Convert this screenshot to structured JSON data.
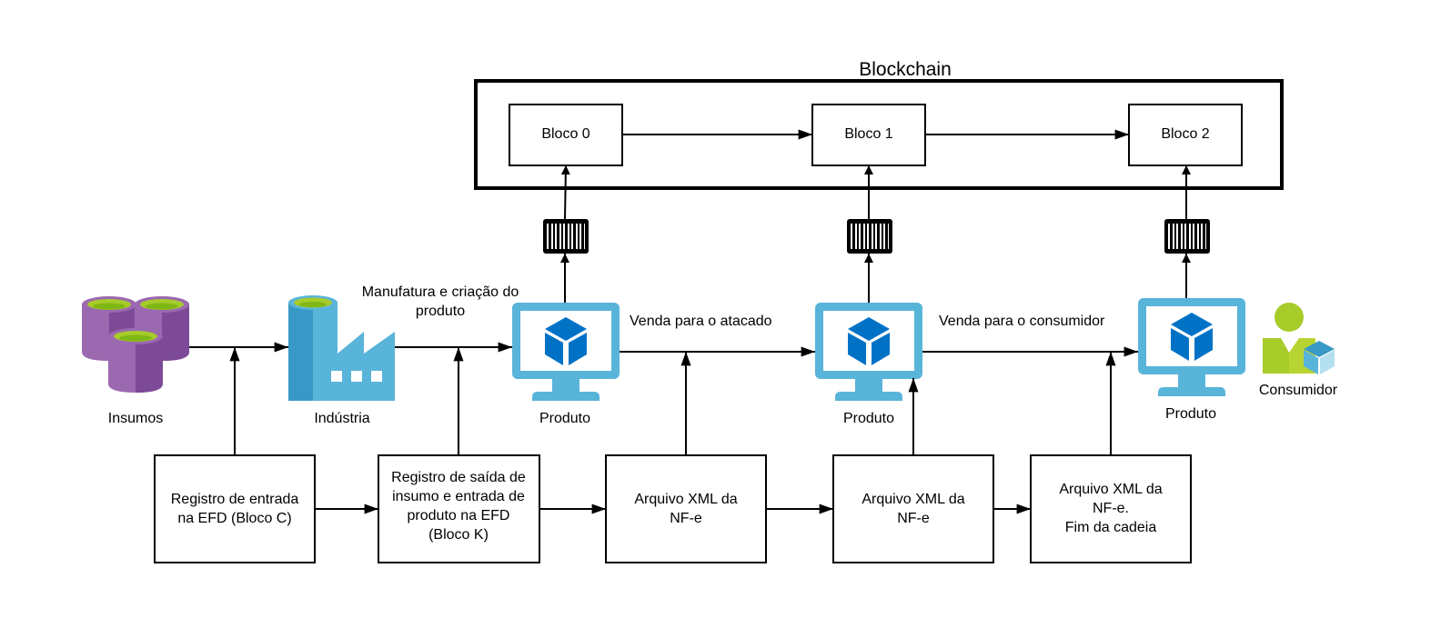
{
  "diagram": {
    "blockchain": {
      "title": "Blockchain",
      "blocks": [
        {
          "label": "Bloco 0"
        },
        {
          "label": "Bloco 1"
        },
        {
          "label": "Bloco 2"
        }
      ]
    },
    "nodes": {
      "insumos": "Insumos",
      "industria": "Indústria",
      "produto_1": "Produto",
      "produto_2": "Produto",
      "produto_3": "Produto",
      "consumidor": "Consumidor"
    },
    "edge_labels": {
      "manufatura": [
        "Manufatura e criação do",
        "produto"
      ],
      "venda_atacado": "Venda para o atacado",
      "venda_consumidor": "Venda para o consumidor"
    },
    "records": [
      {
        "lines": [
          "Registro de entrada",
          "na EFD (Bloco C)"
        ]
      },
      {
        "lines": [
          "Registro de saída de",
          "insumo e entrada de",
          "produto na EFD",
          "(Bloco K)"
        ]
      },
      {
        "lines": [
          "Arquivo XML da",
          "NF-e"
        ]
      },
      {
        "lines": [
          "Arquivo XML da",
          "NF-e"
        ]
      },
      {
        "lines": [
          "Arquivo XML da",
          "NF-e.",
          "Fim da cadeia"
        ]
      }
    ],
    "colors": {
      "database_purple": "#9b69b0",
      "database_purple_dark": "#7d4a98",
      "accent_green": "#a7cc2a",
      "monitor_blue": "#59b4d9",
      "cube_blue": "#0072c6",
      "factory_blue_dark": "#3999c6"
    }
  }
}
